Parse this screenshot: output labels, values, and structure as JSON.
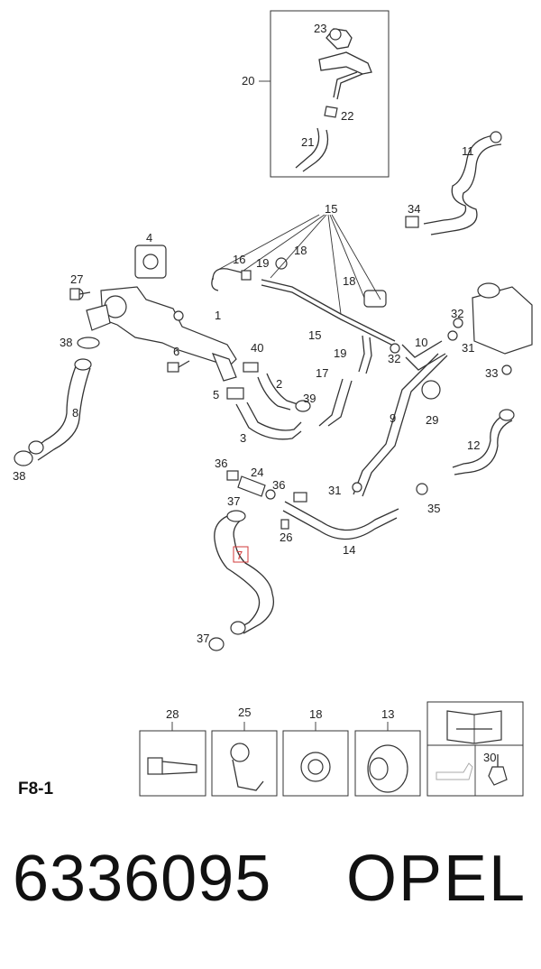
{
  "callouts": [
    {
      "id": "c23",
      "text": "23"
    },
    {
      "id": "c20",
      "text": "20"
    },
    {
      "id": "c22",
      "text": "22"
    },
    {
      "id": "c21",
      "text": "21"
    },
    {
      "id": "c11",
      "text": "11"
    },
    {
      "id": "c34",
      "text": "34"
    },
    {
      "id": "c15a",
      "text": "15"
    },
    {
      "id": "c4",
      "text": "4"
    },
    {
      "id": "c16",
      "text": "16"
    },
    {
      "id": "c19a",
      "text": "19"
    },
    {
      "id": "c18a",
      "text": "18"
    },
    {
      "id": "c27",
      "text": "27"
    },
    {
      "id": "c18b",
      "text": "18"
    },
    {
      "id": "c1",
      "text": "1"
    },
    {
      "id": "c32a",
      "text": "32"
    },
    {
      "id": "c38a",
      "text": "38"
    },
    {
      "id": "c6",
      "text": "6"
    },
    {
      "id": "c40",
      "text": "40"
    },
    {
      "id": "c15b",
      "text": "15"
    },
    {
      "id": "c10",
      "text": "10"
    },
    {
      "id": "c19b",
      "text": "19"
    },
    {
      "id": "c32b",
      "text": "32"
    },
    {
      "id": "c31a",
      "text": "31"
    },
    {
      "id": "c33",
      "text": "33"
    },
    {
      "id": "c2",
      "text": "2"
    },
    {
      "id": "c17",
      "text": "17"
    },
    {
      "id": "c5",
      "text": "5"
    },
    {
      "id": "c39",
      "text": "39"
    },
    {
      "id": "c8",
      "text": "8"
    },
    {
      "id": "c3",
      "text": "3"
    },
    {
      "id": "c9",
      "text": "9"
    },
    {
      "id": "c29",
      "text": "29"
    },
    {
      "id": "c12",
      "text": "12"
    },
    {
      "id": "c38b",
      "text": "38"
    },
    {
      "id": "c36a",
      "text": "36"
    },
    {
      "id": "c24",
      "text": "24"
    },
    {
      "id": "c36b",
      "text": "36"
    },
    {
      "id": "c31b",
      "text": "31"
    },
    {
      "id": "c37a",
      "text": "37"
    },
    {
      "id": "c35",
      "text": "35"
    },
    {
      "id": "c26",
      "text": "26"
    },
    {
      "id": "c14",
      "text": "14"
    },
    {
      "id": "c7",
      "text": "7",
      "highlight": true
    },
    {
      "id": "c37b",
      "text": "37"
    }
  ],
  "legend": [
    {
      "id": "l28",
      "text": "28"
    },
    {
      "id": "l25",
      "text": "25"
    },
    {
      "id": "l18",
      "text": "18"
    },
    {
      "id": "l13",
      "text": "13"
    },
    {
      "id": "l30",
      "text": "30"
    }
  ],
  "page_code": "F8-1",
  "part_number": "6336095",
  "brand": "OPEL",
  "colors": {
    "ink": "#333333",
    "highlight": "#d23a3a"
  }
}
